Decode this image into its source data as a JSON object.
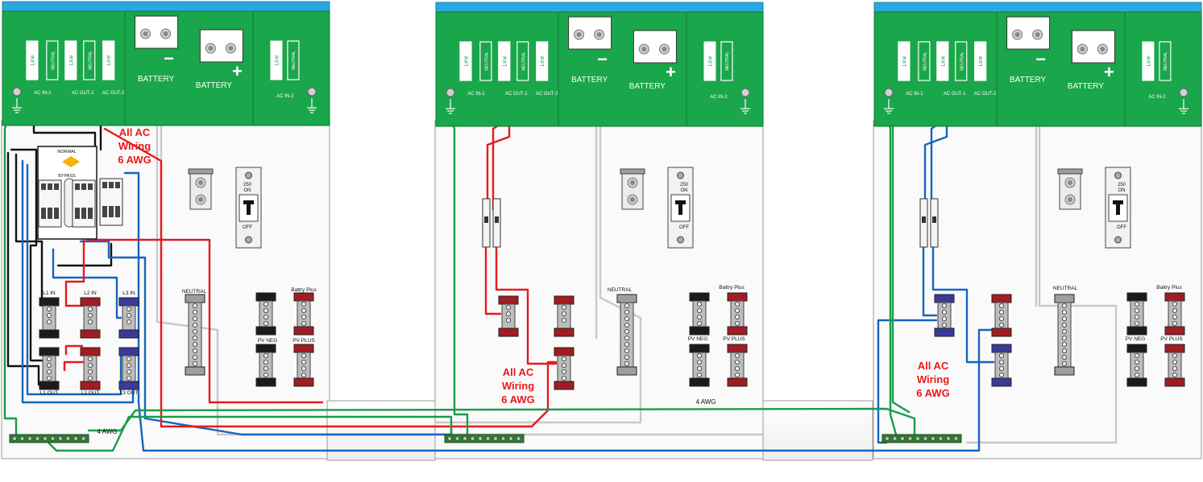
{
  "inverter": {
    "line": "Line",
    "neutral": "NEUTRAL",
    "battery": "BATTERY",
    "minus": "−",
    "plus": "+",
    "ac_in_1": "AC IN-1",
    "ac_out_1": "AC OUT-1",
    "ac_out_2": "AC OUT-2",
    "ac_in_2": "AC IN-2"
  },
  "transfer_switch": {
    "normal": "NORMAL",
    "bypass": "BYPASS"
  },
  "bus_bars": {
    "l1_in": "L1 IN",
    "l2_in": "L2 IN",
    "l3_in": "L3 IN",
    "l1_out": "L1 OUT",
    "l2_out": "L2 OUT",
    "l3_out": "L3 OUT",
    "neutral": "NEUTRAL",
    "battery_plus": "Battry Plus",
    "pv_neg": "PV NEG",
    "pv_plus": "PV PLUS"
  },
  "breaker": {
    "rating": "250",
    "on": "ON",
    "off": "OFF"
  },
  "annotations": {
    "wiring_line1": "All AC",
    "wiring_line2": "Wiring",
    "wiring_line3": "6 AWG",
    "ground_wire": "4 AWG"
  },
  "colors": {
    "inverter_green": "#1aa64a",
    "inverter_top": "#29a9e0",
    "wire_red": "#e8191c",
    "wire_blue": "#1565c0",
    "wire_black": "#111111",
    "wire_green": "#1a9b4a",
    "wire_gray": "#c8c8c8",
    "label_red": "#e8191c"
  }
}
